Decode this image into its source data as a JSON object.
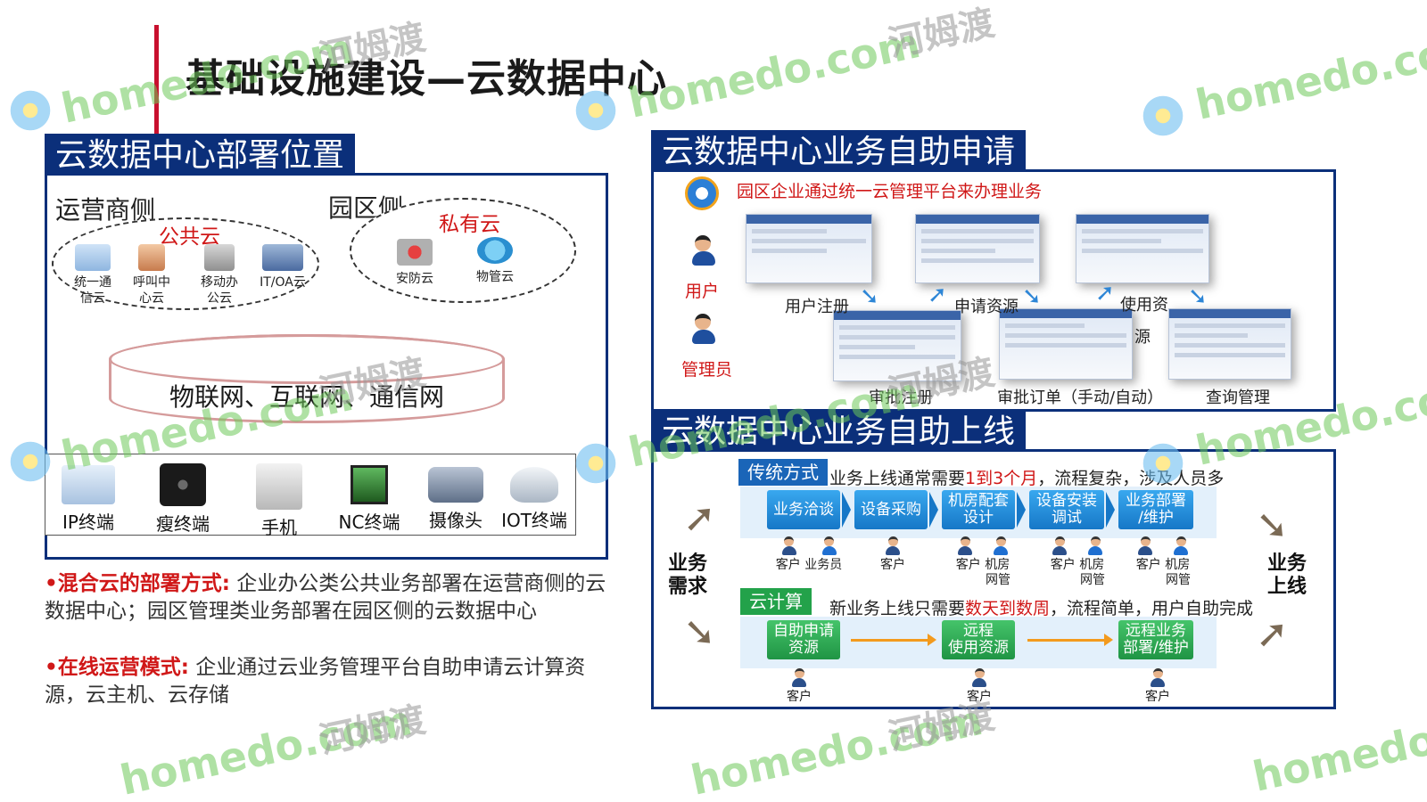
{
  "title": "基础设施建设—云数据中心",
  "left": {
    "tab": "云数据中心部署位置",
    "operator_side": "运营商侧",
    "park_side": "园区侧",
    "public_cloud": "公共云",
    "private_cloud": "私有云",
    "public_items": [
      {
        "line1": "统一通",
        "line2": "信云"
      },
      {
        "line1": "呼叫中",
        "line2": "心云"
      },
      {
        "line1": "移动办",
        "line2": "公云"
      },
      {
        "line1": "IT/OA云",
        "line2": ""
      }
    ],
    "private_items": [
      "安防云",
      "物管云"
    ],
    "network": "物联网、互联网、通信网",
    "terminals": [
      "IP终端",
      "瘦终端",
      "手机",
      "NC终端",
      "摄像头",
      "IOT终端"
    ]
  },
  "notes": [
    {
      "head": "•混合云的部署方式:",
      "body": "企业办公类公共业务部署在运营商侧的云数据中心；园区管理类业务部署在园区侧的云数据中心"
    },
    {
      "head": "•在线运营模式:",
      "body": "企业通过云业务管理平台自助申请云计算资源，云主机、云存储"
    }
  ],
  "apply": {
    "tab": "云数据中心业务自助申请",
    "subtitle": "园区企业通过统一云管理平台来办理业务",
    "roles": [
      "用户",
      "管理员"
    ],
    "steps_top": [
      "用户注册",
      "申请资源",
      "使用资",
      "源"
    ],
    "steps_bottom": [
      "审批注册",
      "审批订单（手动/自动）",
      "查询管理"
    ]
  },
  "online": {
    "tab": "云数据中心业务自助上线",
    "traditional_tag": "传统方式",
    "traditional_text_a": "业务上线通常需要",
    "traditional_text_red": "1到3个月",
    "traditional_text_b": "，流程复杂，涉及人员多",
    "traditional_steps": [
      {
        "l1": "业务洽谈",
        "l2": ""
      },
      {
        "l1": "设备采购",
        "l2": ""
      },
      {
        "l1": "机房配套",
        "l2": "设计"
      },
      {
        "l1": "设备安装",
        "l2": "调试"
      },
      {
        "l1": "业务部署",
        "l2": "/维护"
      }
    ],
    "traditional_people": [
      {
        "a": "客户",
        "b": "业务员",
        "b2": ""
      },
      {
        "a": "客户",
        "b": "",
        "b2": ""
      },
      {
        "a": "客户",
        "b": "机房",
        "b2": "网管"
      },
      {
        "a": "客户",
        "b": "机房",
        "b2": "网管"
      },
      {
        "a": "客户",
        "b": "机房",
        "b2": "网管"
      }
    ],
    "cloud_tag": "云计算",
    "cloud_text_a": "新业务上线只需要",
    "cloud_text_red": "数天到数周",
    "cloud_text_b": "，流程简单，用户自助完成",
    "cloud_steps": [
      {
        "l1": "自助申请",
        "l2": "资源"
      },
      {
        "l1": "远程",
        "l2": "使用资源"
      },
      {
        "l1": "远程业务",
        "l2": "部署/维护"
      }
    ],
    "cloud_people": [
      "客户",
      "客户",
      "客户"
    ],
    "left_label": [
      "业务",
      "需求"
    ],
    "right_label": [
      "业务",
      "上线"
    ]
  },
  "watermark": {
    "logo": "homedo.com",
    "cn": "河姆渡"
  }
}
